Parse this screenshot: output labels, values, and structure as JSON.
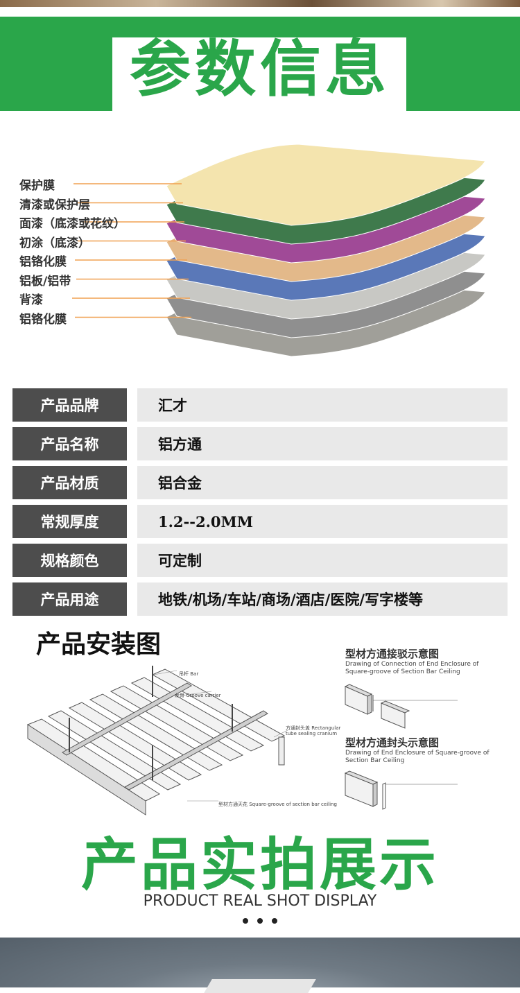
{
  "banner": {
    "title": "参数信息"
  },
  "layers": {
    "labels": [
      "保护膜",
      "清漆或保护层",
      "面漆（底漆或花纹）",
      "初涂（底漆）",
      "铝铬化膜",
      "铝板/铝带",
      "背漆",
      "铝铬化膜"
    ],
    "colors": [
      "#f4e4ae",
      "#3f7a4c",
      "#a04a97",
      "#e3b98a",
      "#5a78b8",
      "#c8c8c4",
      "#8f8f8f",
      "#a09f99"
    ]
  },
  "params": [
    {
      "key": "产品品牌",
      "value": "汇才"
    },
    {
      "key": "产品名称",
      "value": "铝方通"
    },
    {
      "key": "产品材质",
      "value": "铝合金"
    },
    {
      "key": "常规厚度",
      "value": "1.2--2.0MM"
    },
    {
      "key": "规格颜色",
      "value": "可定制"
    },
    {
      "key": "产品用途",
      "value": "地铁/机场/车站/商场/酒店/医院/写字楼等"
    }
  ],
  "install": {
    "title": "产品安装图",
    "labels": {
      "hanger": "吊杆 Bar",
      "carrier": "龙骨 Groove carrier",
      "sealing": "方通封头盖 Rectangular tube sealing cranium",
      "section": "型材方通天花 Square-groove of section bar ceiling"
    },
    "connection": {
      "title": "型材方通接驳示意图",
      "subtitle": "Drawing of Connection of End Enclosure of Square-groove of Section Bar Ceiling"
    },
    "enclosure": {
      "title": "型材方通封头示意图",
      "subtitle": "Drawing of  End Enclosure of Square-groove of Section Bar Ceiling"
    }
  },
  "real": {
    "title": "产品实拍展示",
    "subtitle": "PRODUCT REAL SHOT DISPLAY"
  }
}
